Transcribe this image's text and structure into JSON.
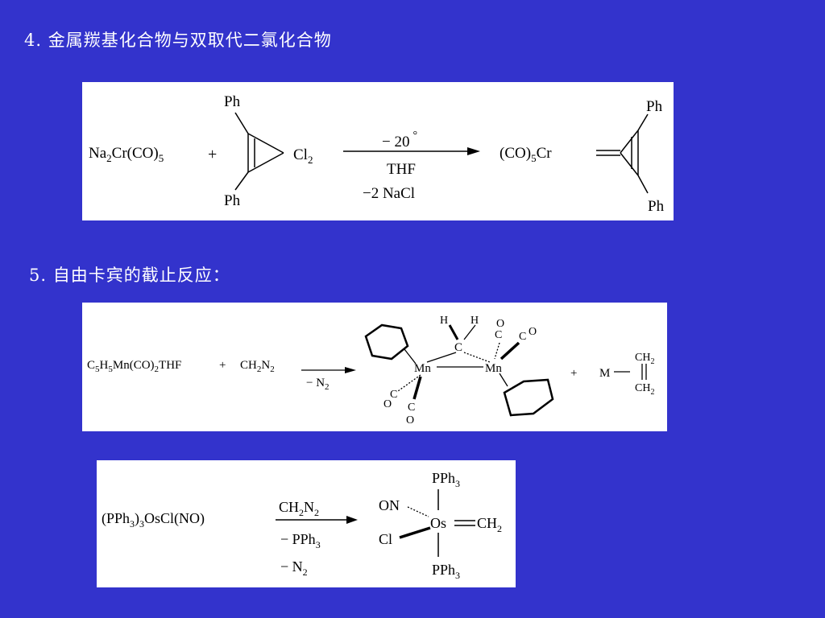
{
  "headings": {
    "h4": "4. 金属羰基化合物与双取代二氯化合物",
    "h5": "5. 自由卡宾的截止反应："
  },
  "reaction1": {
    "reactant": "Na",
    "reactant_sub": "2",
    "reactant_mid": "Cr(CO)",
    "reactant_sub2": "5",
    "plus": "+",
    "ph_top": "Ph",
    "ph_bottom": "Ph",
    "cl": "Cl",
    "cl_sub": "2",
    "cond_temp": "− 20",
    "cond_degree": "°",
    "cond_solvent": "THF",
    "cond_byproduct": "−2  NaCl",
    "product_left": "(CO)",
    "product_sub": "5",
    "product_metal": "Cr",
    "product_ph_top": "Ph",
    "product_ph_bottom": "Ph"
  },
  "reaction2": {
    "reactant": "C",
    "r_s1": "5",
    "r_h": "H",
    "r_s2": "5",
    "r_mn": "Mn(CO)",
    "r_s3": "2",
    "r_thf": "THF",
    "plus1": "+",
    "reagent": "CH",
    "reagent_s1": "2",
    "reagent_n": "N",
    "reagent_s2": "2",
    "cond": "−  N",
    "cond_sub": "2",
    "h1": "H",
    "h2": "H",
    "c_center": "C",
    "mn_left": "Mn",
    "mn_right": "Mn",
    "co_o1": "O",
    "co_c1": "C",
    "co_o2": "O",
    "co_c2": "C",
    "co_c3": "C",
    "co_o3": "O",
    "co_c4": "C",
    "co_o4": "O",
    "plus2": "+",
    "m": "M",
    "ch2_top": "CH",
    "ch2_top_sub": "2",
    "ch2_bottom": "CH",
    "ch2_bottom_sub": "2"
  },
  "reaction3": {
    "reactant": "(PPh",
    "s1": "3",
    "mid": ")",
    "s2": "3",
    "rest": "OsCl(NO)",
    "reagent": "CH",
    "reagent_s1": "2",
    "reagent_n": "N",
    "reagent_s2": "2",
    "by1": "− PPh",
    "by1_sub": "3",
    "by2": "− N",
    "by2_sub": "2",
    "pph3_top": "PPh",
    "pph3_top_sub": "3",
    "on": "ON",
    "os": "Os",
    "ch2": "CH",
    "ch2_sub": "2",
    "cl": "Cl",
    "pph3_bottom": "PPh",
    "pph3_bottom_sub": "3"
  }
}
